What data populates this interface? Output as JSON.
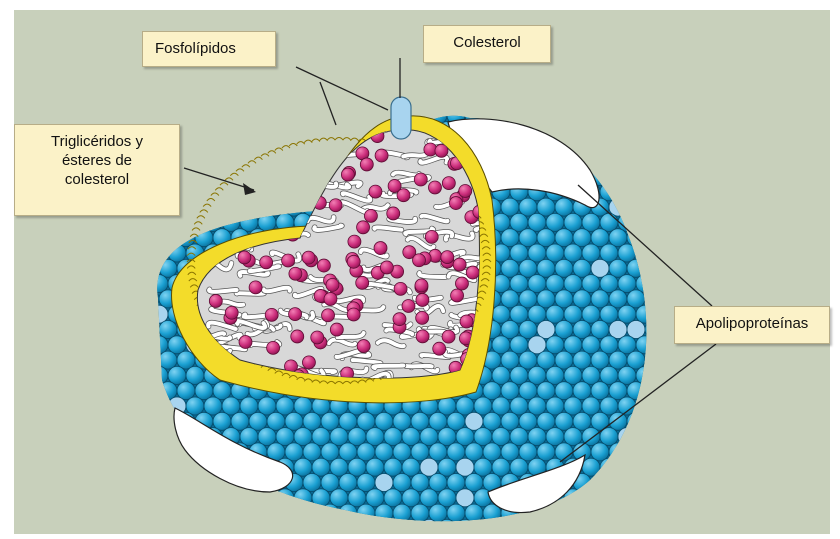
{
  "labels": {
    "phospholipids": "Fosfolípidos",
    "cholesterol": "Colesterol",
    "triglycerides": [
      "Triglicéridos y",
      "ésteres de",
      "colesterol"
    ],
    "apolipoproteins": "Apolipoproteínas"
  },
  "colors": {
    "background": "#c8d0bb",
    "shell_sphere": "#1aa0d2",
    "phospholipid_tails": "#f3dc2a",
    "core_lipid_heads": "#cc2e7c",
    "apolipoprotein": "#ffffff",
    "cholesterol": "#a8d4ef"
  }
}
